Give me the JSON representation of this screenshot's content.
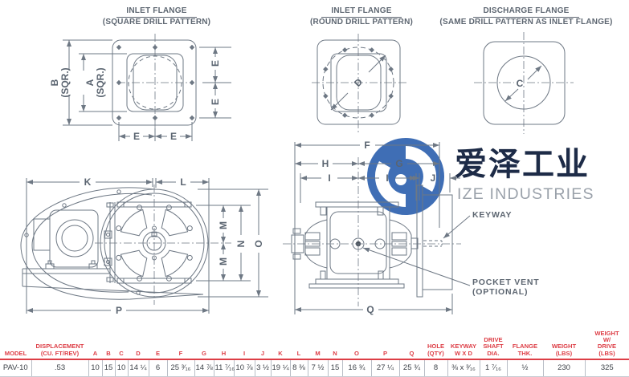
{
  "watermark": {
    "cn": "爱泽工业",
    "en": "IZE INDUSTRIES",
    "logo_color": "#3f6eb5"
  },
  "titles": {
    "t1a": "INLET FLANGE",
    "t1b": "(SQUARE DRILL PATTERN)",
    "t2a": "INLET FLANGE",
    "t2b": "(ROUND DRILL PATTERN)",
    "t3a": "DISCHARGE FLANGE",
    "t3b": "(SAME DRILL PATTERN AS INLET FLANGE)"
  },
  "dims": {
    "A": "A",
    "B": "B",
    "C": "C",
    "D": "D",
    "E": "E",
    "F": "F",
    "G": "G",
    "H": "H",
    "I": "I",
    "J": "J",
    "K": "K",
    "L": "L",
    "M": "M",
    "N": "N",
    "O": "O",
    "P": "P",
    "Q": "Q",
    "sqr": "(SQR.)"
  },
  "callouts": {
    "keyway": "KEYWAY",
    "pocket_vent_line1": "POCKET VENT",
    "pocket_vent_line2": "(OPTIONAL)"
  },
  "table": {
    "columns": [
      {
        "label": "MODEL",
        "value": "PAV-10"
      },
      {
        "label": "DISPLACEMENT\n(CU. FT/REV)",
        "value": ".53"
      },
      {
        "label": "A",
        "value": "10"
      },
      {
        "label": "B",
        "value": "15"
      },
      {
        "label": "C",
        "value": "10"
      },
      {
        "label": "D",
        "value": "14 ¼"
      },
      {
        "label": "E",
        "value": "6"
      },
      {
        "label": "F",
        "value": "25 ³⁄₁₆"
      },
      {
        "label": "G",
        "value": "14 ⅞"
      },
      {
        "label": "H",
        "value": "11 ⁷⁄₁₆"
      },
      {
        "label": "I",
        "value": "10 ⅞"
      },
      {
        "label": "J",
        "value": "3 ½"
      },
      {
        "label": "K",
        "value": "19 ¼"
      },
      {
        "label": "L",
        "value": "8 ⅜"
      },
      {
        "label": "M",
        "value": "7 ½"
      },
      {
        "label": "N",
        "value": "15"
      },
      {
        "label": "O",
        "value": "16 ¾"
      },
      {
        "label": "P",
        "value": "27 ¼"
      },
      {
        "label": "Q",
        "value": "25 ¾"
      },
      {
        "label": "HOLE\n(QTY)",
        "value": "8"
      },
      {
        "label": "KEYWAY\nW X D",
        "value": "⅜ x ³⁄₁₆"
      },
      {
        "label": "DRIVE\nSHAFT\nDIA.",
        "value": "1 ⁷⁄₁₆"
      },
      {
        "label": "FLANGE\nTHK.",
        "value": "½"
      },
      {
        "label": "WEIGHT\n(LBS)",
        "value": "230"
      },
      {
        "label": "WEIGHT\nW/\nDRIVE\n(LBS)",
        "value": "325"
      }
    ]
  }
}
